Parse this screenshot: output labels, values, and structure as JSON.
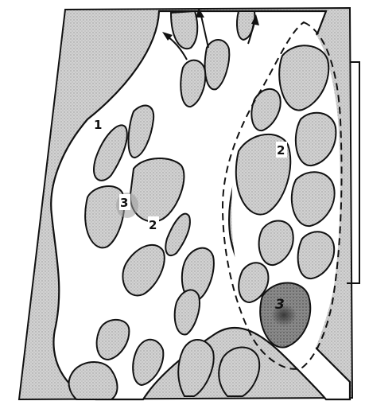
{
  "figure": {
    "labels": {
      "label_1": "1",
      "label_2_center": "2",
      "label_3_center": "3",
      "label_2_right": "2",
      "label_3_bottom": "3"
    },
    "colors": {
      "outline": "#111111",
      "stipple": "#c9c9c9",
      "dark_patch": "#6b6b6b",
      "background": "#ffffff"
    },
    "icons": [
      "arrow-up-left-icon",
      "arrow-up-icon",
      "arrow-up-right-icon"
    ]
  }
}
